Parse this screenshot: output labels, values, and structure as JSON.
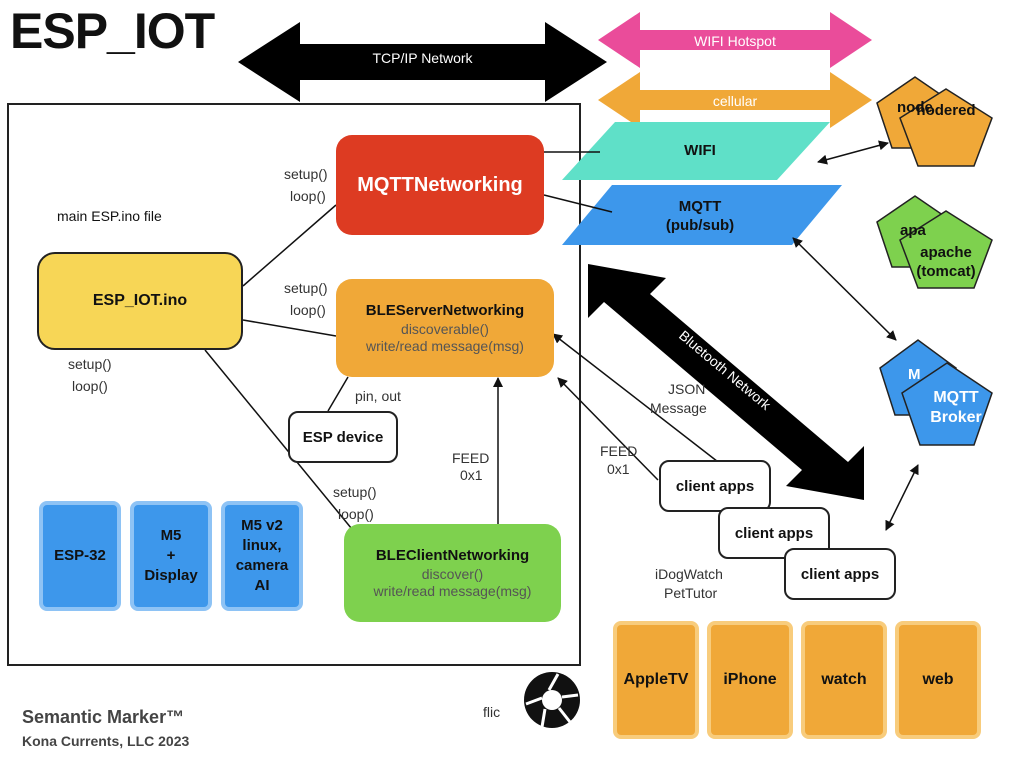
{
  "title": "ESP_IOT",
  "main_file_label": "main ESP.ino file",
  "nodes": {
    "esp_iot": "ESP_IOT.ino",
    "mqtt_networking": "MQTTNetworking",
    "ble_server": {
      "name": "BLEServerNetworking",
      "line1": "discoverable()",
      "line2": "write/read message(msg)"
    },
    "ble_client": {
      "name": "BLEClientNetworking",
      "line1": "discover()",
      "line2": "write/read message(msg)"
    },
    "esp_device": "ESP device"
  },
  "labels": {
    "setup": "setup()",
    "loop": "loop()",
    "pin_out": "pin, out",
    "feed": "FEED",
    "feed_code": "0x1",
    "json": "JSON",
    "message": "Message",
    "idogwatch": "iDogWatch",
    "pettutor": "PetTutor",
    "flic": "flic"
  },
  "chips": [
    {
      "lines": [
        "ESP-32"
      ]
    },
    {
      "lines": [
        "M5",
        "+",
        "Display"
      ]
    },
    {
      "lines": [
        "M5 v2",
        "linux,",
        "camera",
        "AI"
      ]
    }
  ],
  "networks": {
    "tcpip": "TCP/IP Network",
    "wifi_hotspot": "WIFI Hotspot",
    "cellular": "cellular",
    "wifi": "WIFI",
    "mqtt_line1": "MQTT",
    "mqtt_line2": "(pub/sub)",
    "bluetooth": "Bluetooth Network"
  },
  "servers": [
    {
      "back": "node",
      "front": [
        "nodered"
      ]
    },
    {
      "back": "apa",
      "front": [
        "apache",
        "(tomcat)"
      ]
    },
    {
      "back": "M",
      "front": [
        "MQTT",
        "Broker"
      ]
    }
  ],
  "client_apps": [
    "client apps",
    "client apps",
    "client apps"
  ],
  "devices": [
    "AppleTV",
    "iPhone",
    "watch",
    "web"
  ],
  "footer": {
    "line1": "Semantic Marker™",
    "line2": "Kona Currents, LLC 2023"
  },
  "colors": {
    "mqtt_networking": "#dd3b22",
    "ble_server": "#f0a838",
    "ble_client": "#7ed14e",
    "esp_iot": "#f7d656",
    "wifi_hotspot": "#ea4c9a",
    "cellular": "#f0a838",
    "wifi": "#5fe0c8",
    "mqtt": "#3d97eb",
    "nodered": "#f0a838",
    "apache": "#7ed14e",
    "broker": "#3d97eb"
  }
}
